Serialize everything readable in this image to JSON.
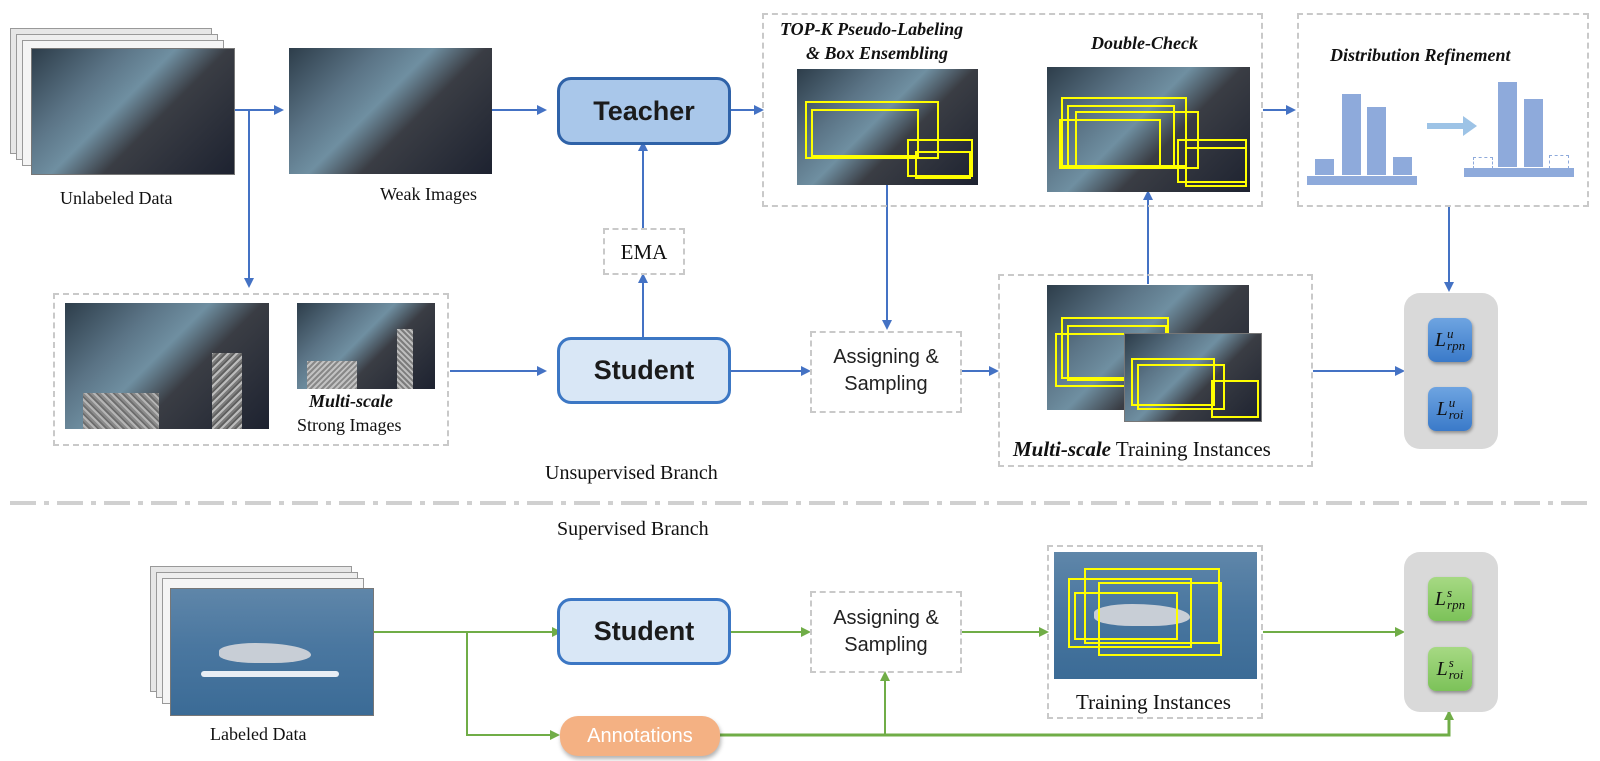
{
  "labels": {
    "unlabeled_data": "Unlabeled Data",
    "weak_images": "Weak Images",
    "multi_scale": "Multi-scale",
    "strong_images": "Strong Images",
    "teacher": "Teacher",
    "student": "Student",
    "ema": "EMA",
    "topk_line1": "TOP-K Pseudo-Labeling",
    "topk_line2": "& Box Ensembling",
    "double_check": "Double-Check",
    "distribution_refinement": "Distribution Refinement",
    "assigning_line1": "Assigning &",
    "assigning_line2": "Sampling",
    "multi_scale_instances_bold": "Multi-scale",
    "training_instances_suffix": "Training Instances",
    "unsupervised_branch": "Unsupervised Branch",
    "supervised_branch": "Supervised Branch",
    "labeled_data": "Labeled Data",
    "annotations": "Annotations",
    "training_instances": "Training Instances"
  },
  "losses": {
    "unsup_rpn": {
      "base": "L",
      "sup": "u",
      "sub": "rpn"
    },
    "unsup_roi": {
      "base": "L",
      "sup": "u",
      "sub": "roi"
    },
    "sup_rpn": {
      "base": "L",
      "sup": "s",
      "sub": "rpn"
    },
    "sup_roi": {
      "base": "L",
      "sup": "s",
      "sub": "roi"
    }
  },
  "colors": {
    "unsupervised_arrow": "#4472c4",
    "supervised_arrow": "#70ad47",
    "teacher_fill": "#a9c7ea",
    "student_fill": "#d9e7f6",
    "annotations_fill": "#f4b183",
    "bbox": "#ffff00",
    "bar_fill": "#8eaadb"
  }
}
